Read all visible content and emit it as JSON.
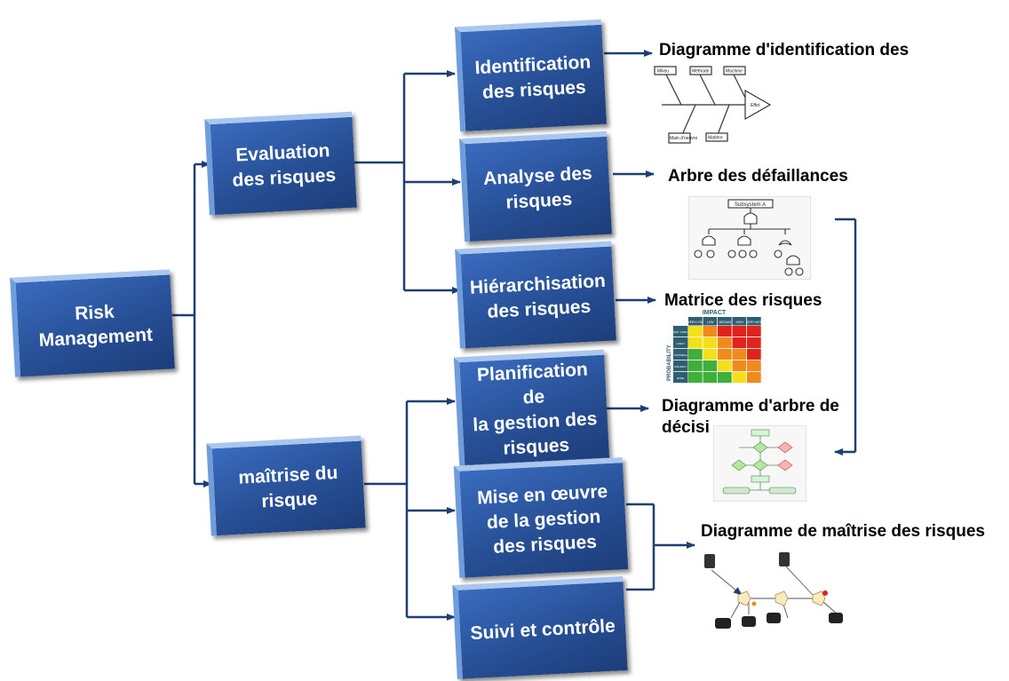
{
  "root": {
    "line1": "Risk",
    "line2": "Management"
  },
  "branches": {
    "evaluation": {
      "line1": "Evaluation",
      "line2": "des risques"
    },
    "maitrise": {
      "line1": "maîtrise du",
      "line2": "risque"
    }
  },
  "steps": {
    "identification": {
      "line1": "Identification",
      "line2": "des risques"
    },
    "analyse": {
      "line1": "Analyse des",
      "line2": "risques"
    },
    "hierarchisation": {
      "line1": "Hiérarchisation",
      "line2": "des risques"
    },
    "planification": {
      "line1": "Planification de",
      "line2": "la gestion des",
      "line3": "risques"
    },
    "mise_en_oeuvre": {
      "line1": "Mise en œuvre",
      "line2": "de la gestion",
      "line3": "des risques"
    },
    "suivi": {
      "line1": "Suivi et contrôle"
    }
  },
  "outputs": {
    "identification": "Diagramme d'identification des",
    "analyse": "Arbre des défaillances",
    "hierarchisation": "Matrice des risques",
    "planification_line1": "Diagramme d'arbre de",
    "planification_line2": "décisi",
    "maitrise": "Diagramme de maîtrise des risques"
  },
  "thumbnails": {
    "fishbone": {
      "causes": [
        "Milieu",
        "Méthode",
        "Machine",
        "Main d'oeuvre",
        "Matière"
      ],
      "effect": "Effet"
    },
    "fault_tree": {
      "top": "Subsystem A"
    },
    "matrix": {
      "header": "IMPACT",
      "axis": "PROBABILITY",
      "cols": [
        "VERY LOW",
        "LOW",
        "MEDIUM",
        "HIGH",
        "VERY HIGH"
      ],
      "rows": [
        "VERY LIKELY",
        "LIKELY",
        "POSSIBLE",
        "UNLIKELY",
        "RARE"
      ]
    }
  },
  "colors": {
    "box": "#274f95",
    "connector": "#1f3f73",
    "matrix_green": "#3fae3a",
    "matrix_yellow": "#f2e01b",
    "matrix_orange": "#f08a1d",
    "matrix_red": "#e0241d"
  }
}
